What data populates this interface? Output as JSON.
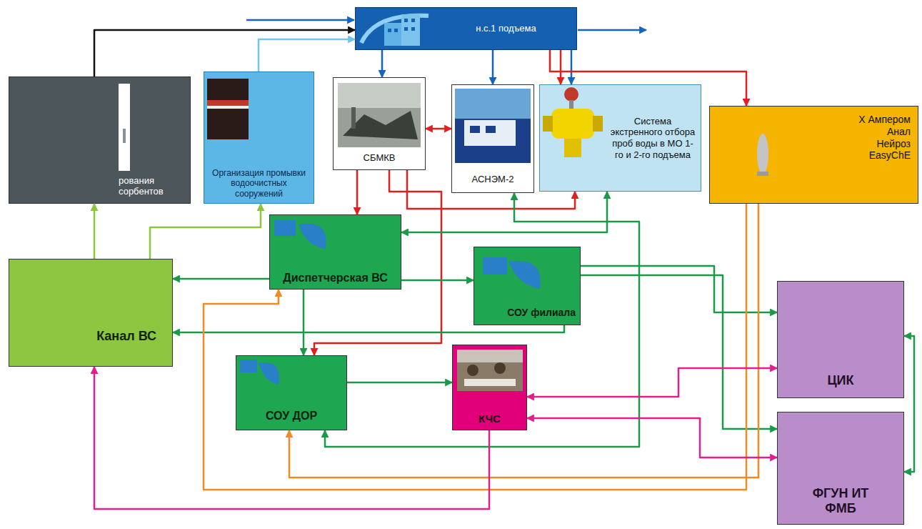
{
  "diagram": {
    "nodes": [
      {
        "text": [
          "н.с.1 подъема"
        ]
      },
      {
        "text": [
          "рования сорбентов"
        ]
      },
      {
        "text": [
          "Организация промывки водоочистных сооружений"
        ]
      },
      {
        "text": [
          "СБМКВ"
        ]
      },
      {
        "text": [
          "АСНЭМ-2"
        ]
      },
      {
        "text": [
          "Система экстренного отбора проб воды в МО 1-го и 2-го подъема"
        ]
      },
      {
        "text": [
          "Х Ампером Анал Нейроз EasyChE"
        ]
      },
      {
        "text": [
          "Канал ВС"
        ]
      },
      {
        "text": [
          "Диспетчерская ВС"
        ]
      },
      {
        "text": [
          "СОУ филиала"
        ]
      },
      {
        "text": [
          "ЦИК"
        ]
      },
      {
        "text": [
          "СОУ ДОР"
        ]
      },
      {
        "text": [
          "КЧС"
        ]
      },
      {
        "text": [
          "ФГУН ИТ ФМБ"
        ]
      }
    ],
    "edges": [
      {
        "from": 1,
        "to": 0,
        "arrow": "to"
      },
      {
        "from": 2,
        "to": 0,
        "arrow": "to"
      },
      {
        "from": 0,
        "to": 3,
        "arrow": "to"
      },
      {
        "from": 0,
        "to": 4,
        "arrow": "to"
      },
      {
        "from": 0,
        "to": 5,
        "arrow": "to"
      },
      {
        "from": 0,
        "to": 6,
        "arrow": "to"
      },
      {
        "from": 0,
        "to": 5,
        "arrow": "to"
      },
      {
        "from": 3,
        "to": 4,
        "arrow": "both"
      },
      {
        "from": 3,
        "to": 8,
        "arrow": "to"
      },
      {
        "from": 3,
        "to": 11,
        "arrow": "to"
      },
      {
        "from": 3,
        "to": 5,
        "arrow": "to"
      },
      {
        "from": 8,
        "to": 7,
        "arrow": "to"
      },
      {
        "from": 8,
        "to": 9,
        "arrow": "to"
      },
      {
        "from": 8,
        "to": 11,
        "arrow": "to"
      },
      {
        "from": 9,
        "to": 7,
        "arrow": "to"
      },
      {
        "from": 5,
        "to": 8,
        "arrow": "both"
      },
      {
        "from": 4,
        "to": 11,
        "arrow": "both"
      },
      {
        "from": 11,
        "to": 12,
        "arrow": "to"
      },
      {
        "from": 9,
        "to": 10,
        "arrow": "to"
      },
      {
        "from": 9,
        "to": 13,
        "arrow": "to"
      },
      {
        "from": 10,
        "to": 13,
        "arrow": "both"
      },
      {
        "from": 6,
        "to": 8,
        "arrow": "to"
      },
      {
        "from": 6,
        "to": 11,
        "arrow": "to"
      },
      {
        "from": 10,
        "to": 12,
        "arrow": "both"
      },
      {
        "from": 13,
        "to": 12,
        "arrow": "both"
      },
      {
        "from": 12,
        "to": 7,
        "arrow": "to"
      },
      {
        "from": 7,
        "to": 1,
        "arrow": "to"
      },
      {
        "from": 7,
        "to": 2,
        "arrow": "to"
      }
    ]
  }
}
